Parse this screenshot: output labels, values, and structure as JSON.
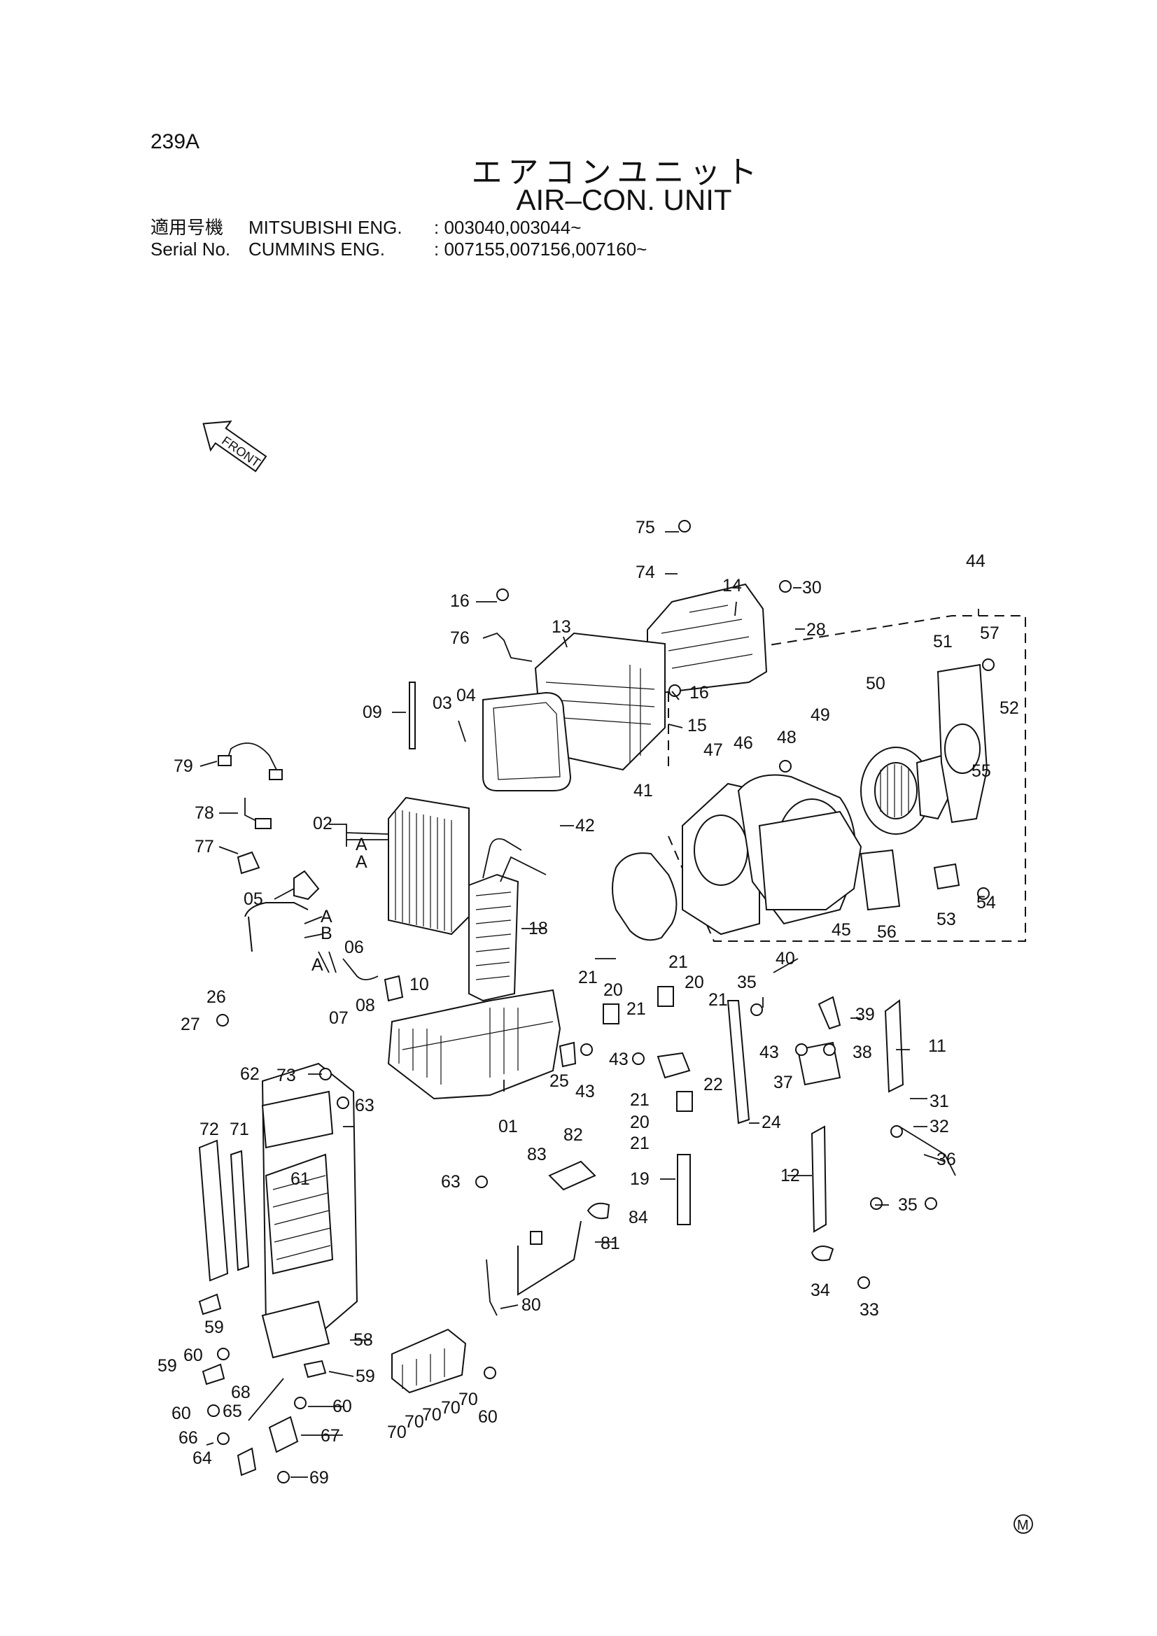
{
  "page_number": "239A",
  "title_jp": "エアコンユニット",
  "title_en": "AIR–CON. UNIT",
  "serial": {
    "label_jp": "適用号機",
    "label_en": "Serial No.",
    "rows": [
      {
        "engine": "MITSUBISHI ENG.",
        "numbers": ": 003040,003044~"
      },
      {
        "engine": "CUMMINS  ENG.",
        "numbers": ": 007155,007156,007160~"
      }
    ]
  },
  "front_arrow_label": "FRONT",
  "corner_mark": "M",
  "part_labels": {
    "p75": "75",
    "p74": "74",
    "p14": "14",
    "p30": "30",
    "p28": "28",
    "p44": "44",
    "p16a": "16",
    "p76": "76",
    "p13": "13",
    "p16b": "16",
    "p15": "15",
    "p09": "09",
    "p03": "03",
    "p04": "04",
    "p51": "51",
    "p57": "57",
    "p52": "52",
    "p50": "50",
    "p49": "49",
    "p48": "48",
    "p47": "47",
    "p46": "46",
    "p55": "55",
    "p79": "79",
    "p02": "02",
    "pA1": "A",
    "pA2": "A",
    "p42": "42",
    "p78": "78",
    "p41": "41",
    "p77": "77",
    "p05": "05",
    "pA3": "A",
    "pB": "B",
    "p06": "06",
    "pA4": "A",
    "p18": "18",
    "p54": "54",
    "p45": "45",
    "p56": "56",
    "p53": "53",
    "p21a": "21",
    "p40": "40",
    "p26": "26",
    "p10": "10",
    "p08": "08",
    "p07": "07",
    "p21b": "21",
    "p20a": "20",
    "p20b": "20",
    "p35a": "35",
    "p27": "27",
    "p21c": "21",
    "p21d": "21",
    "p39": "39",
    "p11": "11",
    "p43a": "43",
    "p43b": "43",
    "p38": "38",
    "p62": "62",
    "p73": "73",
    "p25": "25",
    "p43c": "43",
    "p22": "22",
    "p37": "37",
    "p63a": "63",
    "p21e": "21",
    "p31": "31",
    "p01": "01",
    "p20c": "20",
    "p24": "24",
    "p32": "32",
    "p72": "72",
    "p71": "71",
    "p82": "82",
    "p21f": "21",
    "p83": "83",
    "p36": "36",
    "p61": "61",
    "p63b": "63",
    "p19": "19",
    "p12": "12",
    "p35b": "35",
    "p84": "84",
    "p81": "81",
    "p80": "80",
    "p34": "34",
    "p33": "33",
    "p59a": "59",
    "p58": "58",
    "p60a": "60",
    "p59b": "59",
    "p59c": "59",
    "p68": "68",
    "p60b": "60",
    "p65": "65",
    "p60c": "60",
    "p60d": "60",
    "p66": "66",
    "p67": "67",
    "p64": "64",
    "p69": "69",
    "p70a": "70",
    "p70b": "70",
    "p70c": "70",
    "p70d": "70",
    "p70e": "70"
  }
}
